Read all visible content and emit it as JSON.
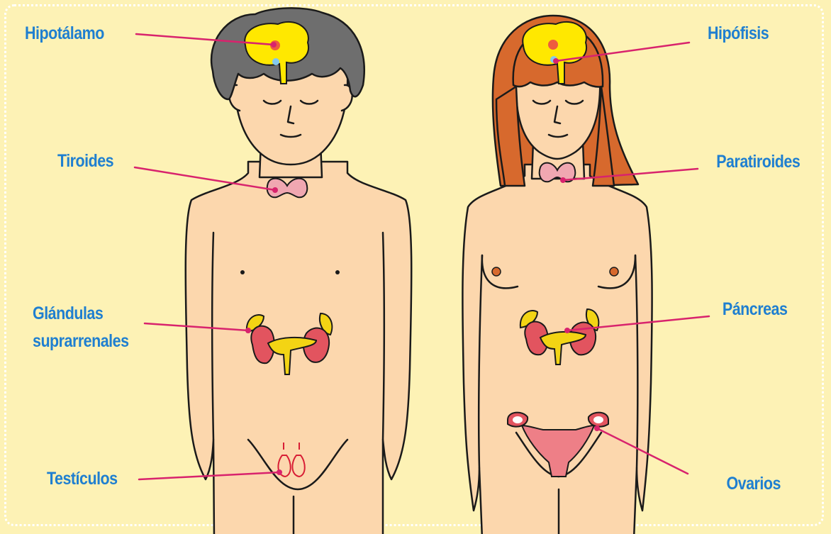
{
  "labels": {
    "hipotalamo": "Hipotálamo",
    "hipofisis": "Hipófisis",
    "tiroides": "Tiroides",
    "paratiroides": "Paratiroides",
    "glandulas_1": "Glándulas",
    "glandulas_2": "suprarrenales",
    "pancreas": "Páncreas",
    "testiculos": "Testículos",
    "ovarios": "Ovarios"
  },
  "colors": {
    "background": "#fdf2b5",
    "label_text": "#1f7fd0",
    "leader_line": "#d8236d",
    "skin": "#fcd7ad",
    "outline": "#1a1a1a",
    "male_hair": "#6e6e6e",
    "female_hair": "#d7692d",
    "brain": "#ffe800",
    "gland_red": "#e2545f",
    "gland_yellow": "#f3d414"
  }
}
